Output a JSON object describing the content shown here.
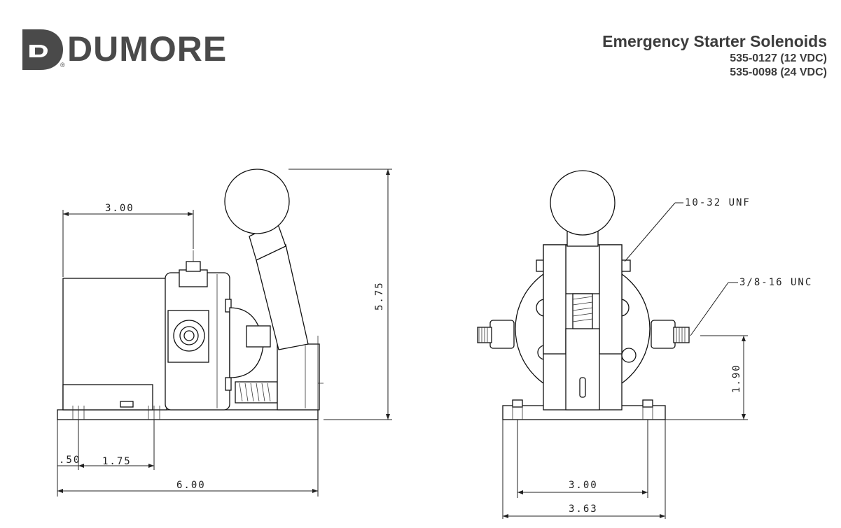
{
  "brand": {
    "name": "DUMORE",
    "reg_mark": "®"
  },
  "header": {
    "title": "Emergency Starter Solenoids",
    "part1": "535-0127 (12 VDC)",
    "part2": "535-0098 (24 VDC)"
  },
  "side_view": {
    "dim_top": "3.00",
    "dim_height": "5.75",
    "dim_offset": ".50",
    "dim_hole": "1.75",
    "dim_length": "6.00"
  },
  "front_view": {
    "callout_thread_small": "10-32 UNF",
    "callout_thread_large": "3/8-16 UNC",
    "dim_terminal_height": "1.90",
    "dim_hole_spacing": "3.00",
    "dim_width": "3.63"
  }
}
